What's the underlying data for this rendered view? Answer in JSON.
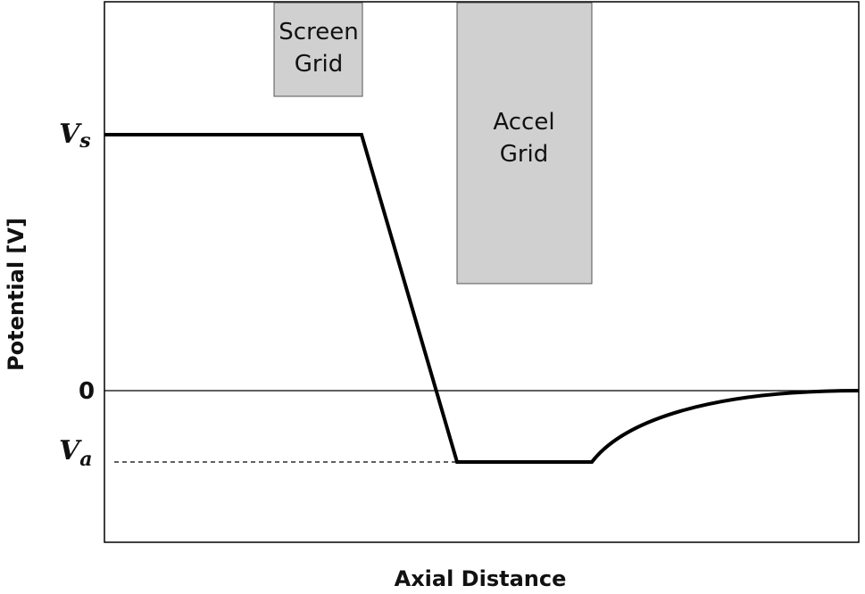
{
  "axes": {
    "xlabel": "Axial Distance",
    "ylabel": "Potential [V]"
  },
  "ticks": {
    "vs_base": "V",
    "vs_sub": "s",
    "zero": "0",
    "va_base": "V",
    "va_sub": "a"
  },
  "grids": {
    "screen": {
      "line1": "Screen",
      "line2": "Grid"
    },
    "accel": {
      "line1": "Accel",
      "line2": "Grid"
    }
  },
  "colors": {
    "grid_fill": "#d0d0d0",
    "line": "#000000"
  }
}
